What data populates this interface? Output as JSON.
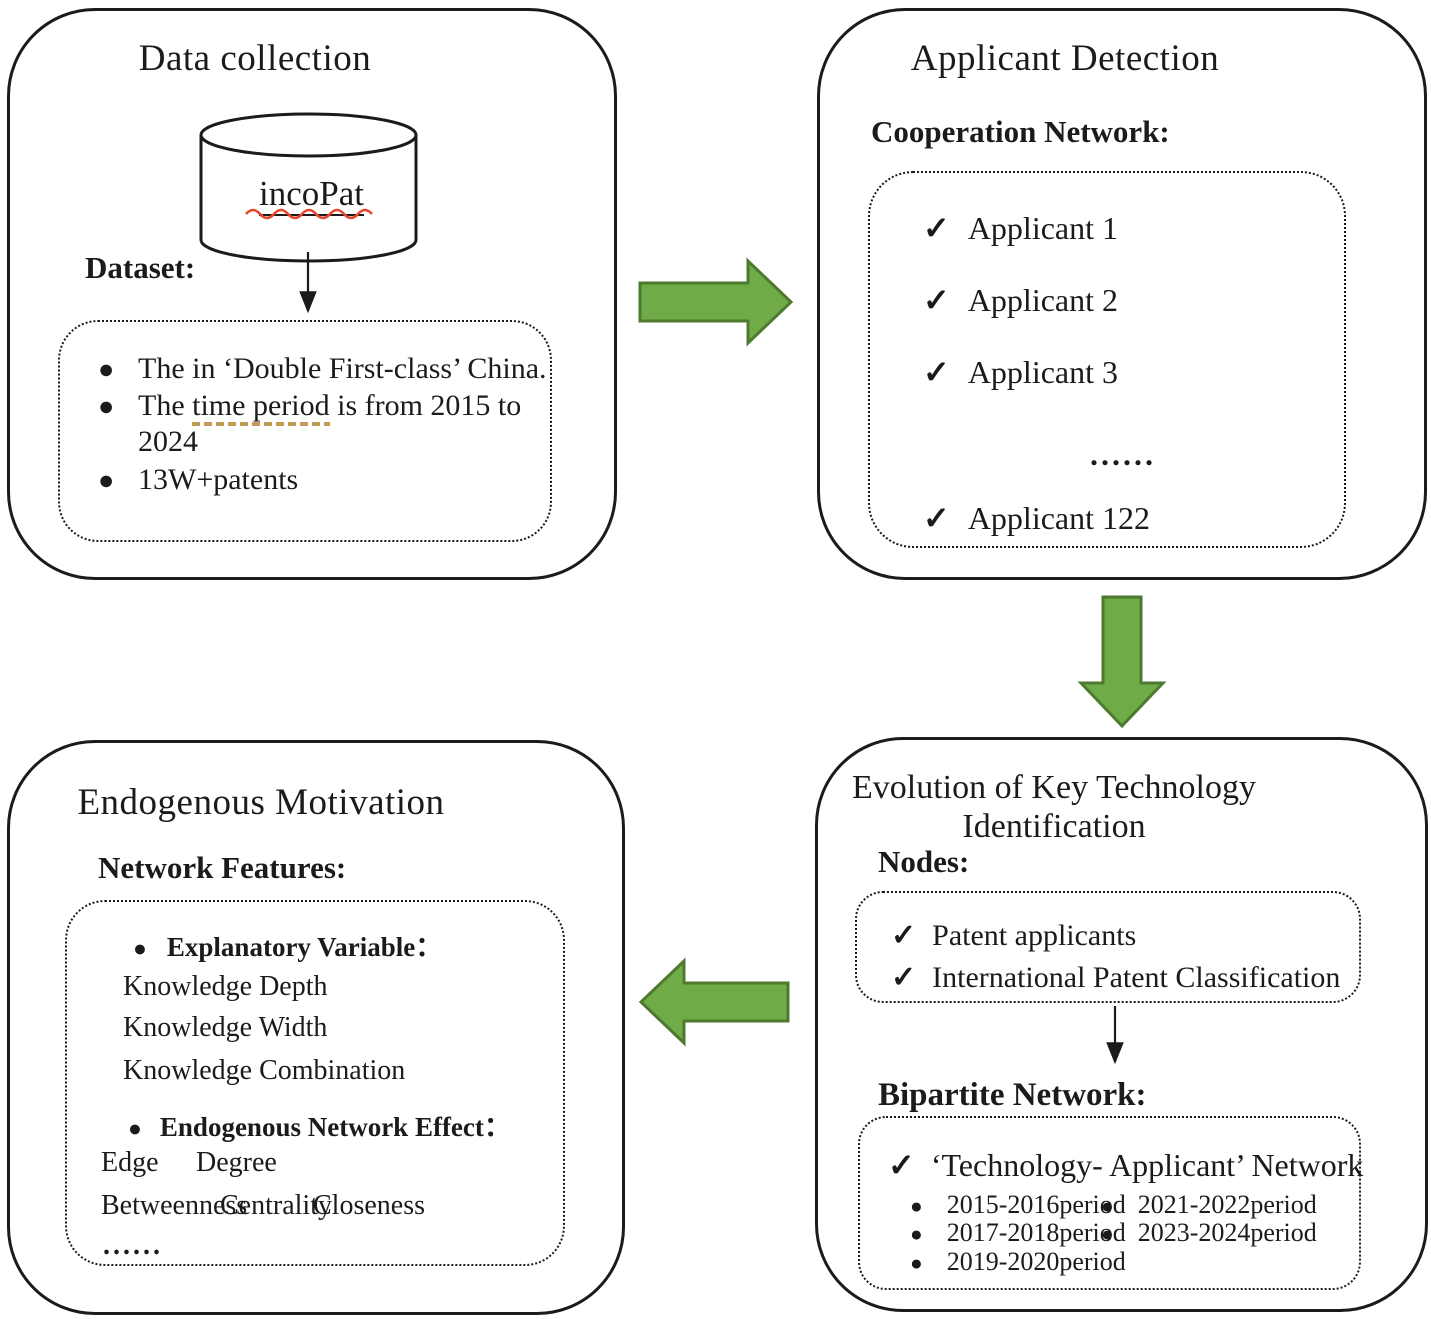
{
  "colors": {
    "ink": "#1b1b1b",
    "arrow_fill": "#6FAC47",
    "arrow_stroke": "#4D7A2F",
    "wavy": "#E8442B",
    "dashed": "#C19A53"
  },
  "icons": {
    "check": "✓",
    "bullet": "●"
  },
  "panels": {
    "data_collection": {
      "title": "Data collection",
      "db_label": "incoPat",
      "section_label": "Dataset:",
      "b1": "The in ‘Double First-class’ China.",
      "b2_pre": "The ",
      "b2_underlined": "time period",
      "b2_post": " is from 2015 to",
      "b2_line2": "2024",
      "b3": "13W+patents"
    },
    "applicant_detection": {
      "title": "Applicant Detection",
      "section_label": "Cooperation Network:",
      "items": [
        "Applicant 1",
        "Applicant 2",
        "Applicant 3"
      ],
      "ellipsis": "......",
      "last_item": "Applicant 122"
    },
    "evolution": {
      "title_line1": "Evolution of Key Technology",
      "title_line2": "Identification",
      "nodes_label": "Nodes:",
      "nodes_items": [
        "Patent applicants",
        "International Patent Classification"
      ],
      "bipartite_label": "Bipartite Network:",
      "bipartite_item": "‘Technology- Applicant’ Network",
      "periods_col1": [
        "2015-2016period",
        "2017-2018period",
        "2019-2020period"
      ],
      "periods_col2": [
        "2021-2022period",
        "2023-2024period"
      ]
    },
    "endogenous": {
      "title": "Endogenous Motivation",
      "section_label": "Network Features:",
      "explanatory_label": "Explanatory Variable：",
      "explanatory_items": [
        "Knowledge Depth",
        "Knowledge  Width",
        "Knowledge Combination"
      ],
      "effect_label": "Endogenous Network Effect：",
      "effect_row1": [
        "Edge",
        "Degree"
      ],
      "effect_row2": [
        "Betweenness",
        "Centrality",
        "Closeness"
      ],
      "ellipsis": "......"
    }
  }
}
